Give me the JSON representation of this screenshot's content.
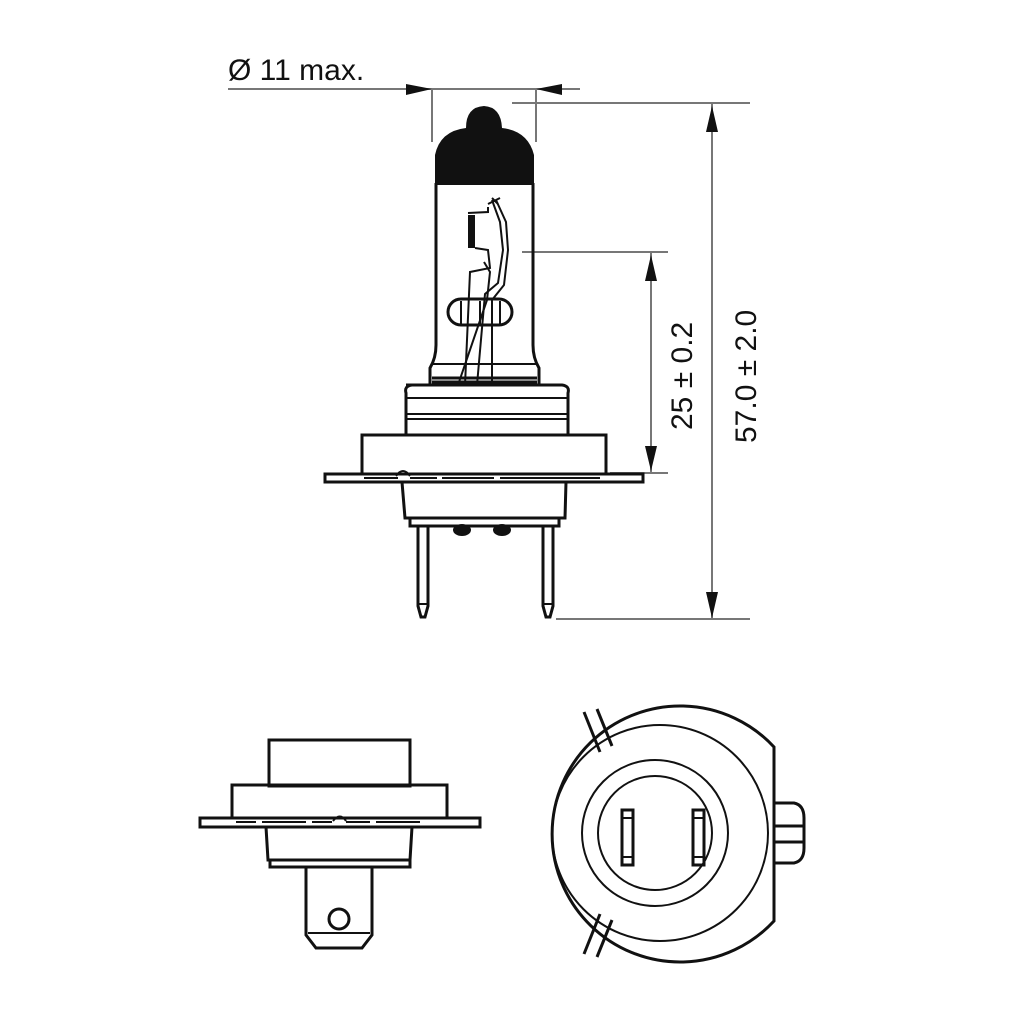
{
  "diagram": {
    "subject": "H7 halogen bulb dimensional drawing",
    "views": [
      "side-view",
      "base-side-view",
      "base-bottom-view"
    ],
    "dimensions": {
      "diameter": {
        "label": "Ø 11 max.",
        "value": "11",
        "unit": "mm",
        "qualifier": "max."
      },
      "light_center_height": {
        "label": "25 ± 0.2",
        "value": "25",
        "tolerance": "0.2"
      },
      "overall_length": {
        "label": "57.0 ± 2.0",
        "value": "57.0",
        "tolerance": "2.0"
      }
    },
    "colors": {
      "ink": "#111111",
      "dimension_line": "#777777",
      "background": "#ffffff"
    }
  }
}
